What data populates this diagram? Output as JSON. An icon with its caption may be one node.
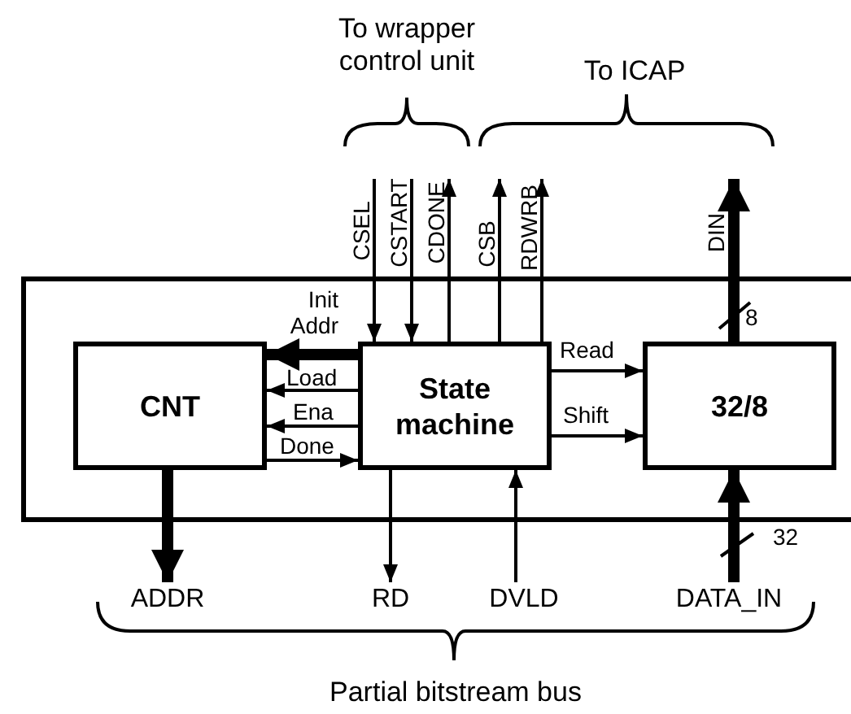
{
  "diagram": {
    "nodes": [
      {
        "text": [],
        "shape": "box"
      },
      {
        "text": [
          "CNT"
        ],
        "in": 0
      },
      {
        "text": [
          "State machine"
        ],
        "in": 0
      },
      {
        "text": [
          "32/8"
        ],
        "in": 0
      },
      {
        "text": [
          "ADDR"
        ]
      },
      {
        "text": [
          "RD"
        ]
      },
      {
        "text": [
          "DVLD"
        ]
      },
      {
        "text": [
          "DATA_IN"
        ]
      }
    ],
    "edges": [
      {
        "from": null,
        "to": 2,
        "arrow": "to",
        "label": "CSEL"
      },
      {
        "from": null,
        "to": 2,
        "arrow": "to",
        "label": "CSTART"
      },
      {
        "from": 2,
        "to": null,
        "arrow": "to",
        "label": "CDONE"
      },
      {
        "from": 2,
        "to": null,
        "arrow": "to",
        "label": "CSB"
      },
      {
        "from": 2,
        "to": null,
        "arrow": "to",
        "label": "RDWRB"
      },
      {
        "from": 3,
        "to": null,
        "arrow": "to",
        "label": "DIN",
        "style": "thick"
      },
      {
        "from": 2,
        "to": 1,
        "arrow": "to",
        "label": "Init Addr",
        "style": "thick"
      },
      {
        "from": 2,
        "to": 1,
        "arrow": "to",
        "label": "Load"
      },
      {
        "from": 2,
        "to": 1,
        "arrow": "to",
        "label": "Ena"
      },
      {
        "from": 1,
        "to": 2,
        "arrow": "to",
        "label": "Done"
      },
      {
        "from": 2,
        "to": 3,
        "arrow": "to",
        "label": "Read"
      },
      {
        "from": 2,
        "to": 3,
        "arrow": "to",
        "label": "Shift"
      },
      {
        "from": 1,
        "to": 4,
        "arrow": "to",
        "style": "thick"
      },
      {
        "from": 2,
        "to": 5,
        "arrow": "to"
      },
      {
        "from": 6,
        "to": 2,
        "arrow": "to"
      },
      {
        "from": 7,
        "to": 3,
        "arrow": "to",
        "label": "32",
        "style": "thick"
      }
    ],
    "labels": [
      "To wrapper control unit",
      "To ICAP",
      "8",
      "Partial bitstream bus"
    ]
  }
}
